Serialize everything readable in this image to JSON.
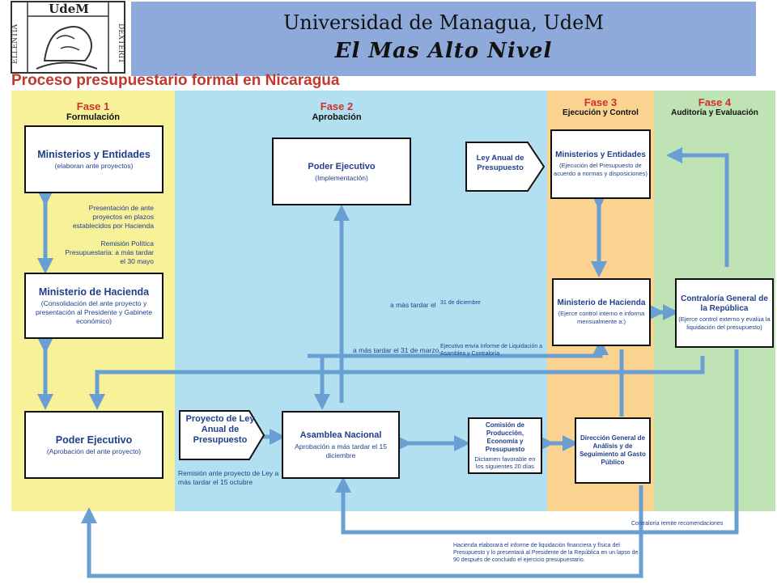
{
  "header": {
    "logo_text": "UdeM",
    "logo_left": "ELLENTIA",
    "logo_right": "DEXTERIT",
    "title": "Universidad de Managua,  UdeM",
    "subtitle": "El Mas Alto Nivel"
  },
  "diagram_title": "Proceso presupuestario formal en Nicaragua",
  "phases": [
    {
      "name": "Fase 1",
      "label": "Formulación"
    },
    {
      "name": "Fase 2",
      "label": "Aprobación"
    },
    {
      "name": "Fase 3",
      "label": "Ejecución y Control"
    },
    {
      "name": "Fase 4",
      "label": "Auditoría y Evaluación"
    }
  ],
  "boxes": {
    "ministerios1": {
      "title": "Ministerios y Entidades",
      "sub": "(elaboran ante proyectos)"
    },
    "hacienda1": {
      "title": "Ministerio de Hacienda",
      "sub": "(Consolidación del ante proyecto y presentación al Presidente y Gabinete económico)"
    },
    "poder1": {
      "title": "Poder Ejecutivo",
      "sub": "(Aprobación del ante proyecto)"
    },
    "poder2": {
      "title": "Poder Ejecutivo",
      "sub": "(Implementación)"
    },
    "proyecto": {
      "title": "Proyecto de Ley Anual de Presupuesto"
    },
    "asamblea": {
      "title": "Asamblea Nacional",
      "sub": "Aprobación a más tardar el 15 diciembre"
    },
    "ley": {
      "title": "Ley Anual de Presupuesto"
    },
    "comision": {
      "title": "Comisión de Producción, Economía y Presupuesto",
      "sub": "Dictamen favorable en los siguientes 20 días"
    },
    "ministerios3": {
      "title": "Ministerios y Entidades",
      "sub": "(Ejecución del Presupuesto de acuerdo a normas y disposiciones)"
    },
    "hacienda3": {
      "title": "Ministerio de Hacienda",
      "sub": "(Ejerce control interno e informa mensualmente a:)"
    },
    "direccion": {
      "title": "Dirección General de Análisis y de Seguimiento al Gasto Público"
    },
    "contraloria": {
      "title": "Contraloría General de la República",
      "sub": "(Ejerce control externo y evalúa la liquidación del presupuesto)"
    }
  },
  "notes": {
    "presentacion": "Presentación de ante proyectos en plazos establecidos por Hacienda",
    "remision": "Remisión Política Presupuestaria: a más tardar el 30 mayo",
    "mas_tardar_dic_a": "a más tardar el",
    "mas_tardar_dic_b": "31 de diciembre",
    "mas_tardar_mar": "a más tardar el 31 de marzo,",
    "ejecutivo_envia": "Ejecutivo envía Informe de Liquidación a Asamblea y Contraloría",
    "remision_ley": "Remisión ante proyecto de Ley a más tardar el 15 octubre",
    "contraloria_remite": "Contraloría remite recomendaciones",
    "hacienda_elabora": "Hacienda elaborará el informe de liquidación financiera y física del Presupuesto y lo presentará al Presidente de la República en un lapso de 90 después de concluido el ejercicio presupuestario."
  },
  "colors": {
    "banner": "#8eaadb",
    "arrow": "#6a9fd4",
    "box_text": "#1f3f8a",
    "phase_title": "#d0312d",
    "col1": "#f7f19a",
    "col2": "#b3e0f1",
    "col3": "#f9d38f",
    "col4": "#bfe3b4"
  }
}
